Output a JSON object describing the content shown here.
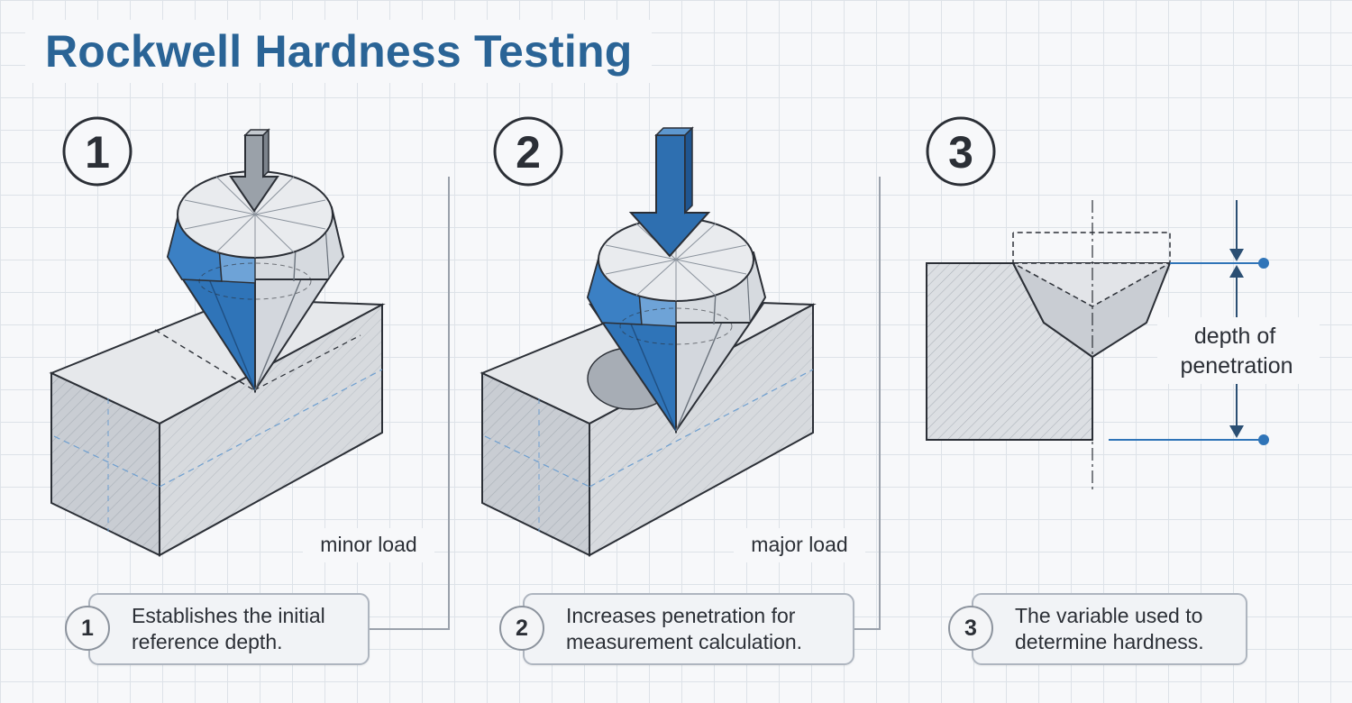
{
  "title": "Rockwell Hardness Testing",
  "steps": [
    {
      "number": "1",
      "load_label": "minor load",
      "callout": "Establishes the initial\nreference depth."
    },
    {
      "number": "2",
      "load_label": "major load",
      "callout": "Increases penetration for\nmeasurement calculation."
    },
    {
      "number": "3",
      "callout": "The variable used to\ndetermine hardness."
    }
  ],
  "depth_label": [
    "depth of",
    "penetration"
  ],
  "colors": {
    "title": "#2a6496",
    "indenter_blue": "#2f74b8",
    "arrow_grey": "#9aa1a9",
    "arrow_blue": "#2e6fb0",
    "block_grey": "#c8ccd2",
    "outline": "#2b2f36"
  }
}
